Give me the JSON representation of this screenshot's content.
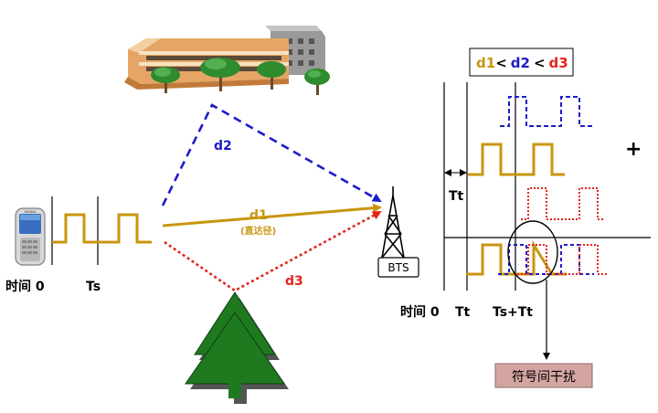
{
  "left": {
    "time_zero_label": "时间 0",
    "ts_label": "Ts"
  },
  "paths": {
    "d1_label": "d1",
    "d1_sublabel": "(直达径)",
    "d2_label": "d2",
    "d3_label": "d3"
  },
  "bts_label": "BTS",
  "legend": {
    "d1": "d1",
    "lt1": "<",
    "d2": "d2",
    "lt2": "<",
    "d3": "d3"
  },
  "right": {
    "tt_label": "Tt",
    "plus_sign": "+",
    "time_zero_label": "时间 0",
    "tt_axis_label": "Tt",
    "ts_tt_label": "Ts+Tt",
    "isi_label": "符号间干扰"
  },
  "colors": {
    "d1": "#c8960f",
    "d2": "#1c1cc8",
    "d3": "#e4241c",
    "isi_box": "#d4a5a0",
    "tree": "#1f7a1f"
  }
}
